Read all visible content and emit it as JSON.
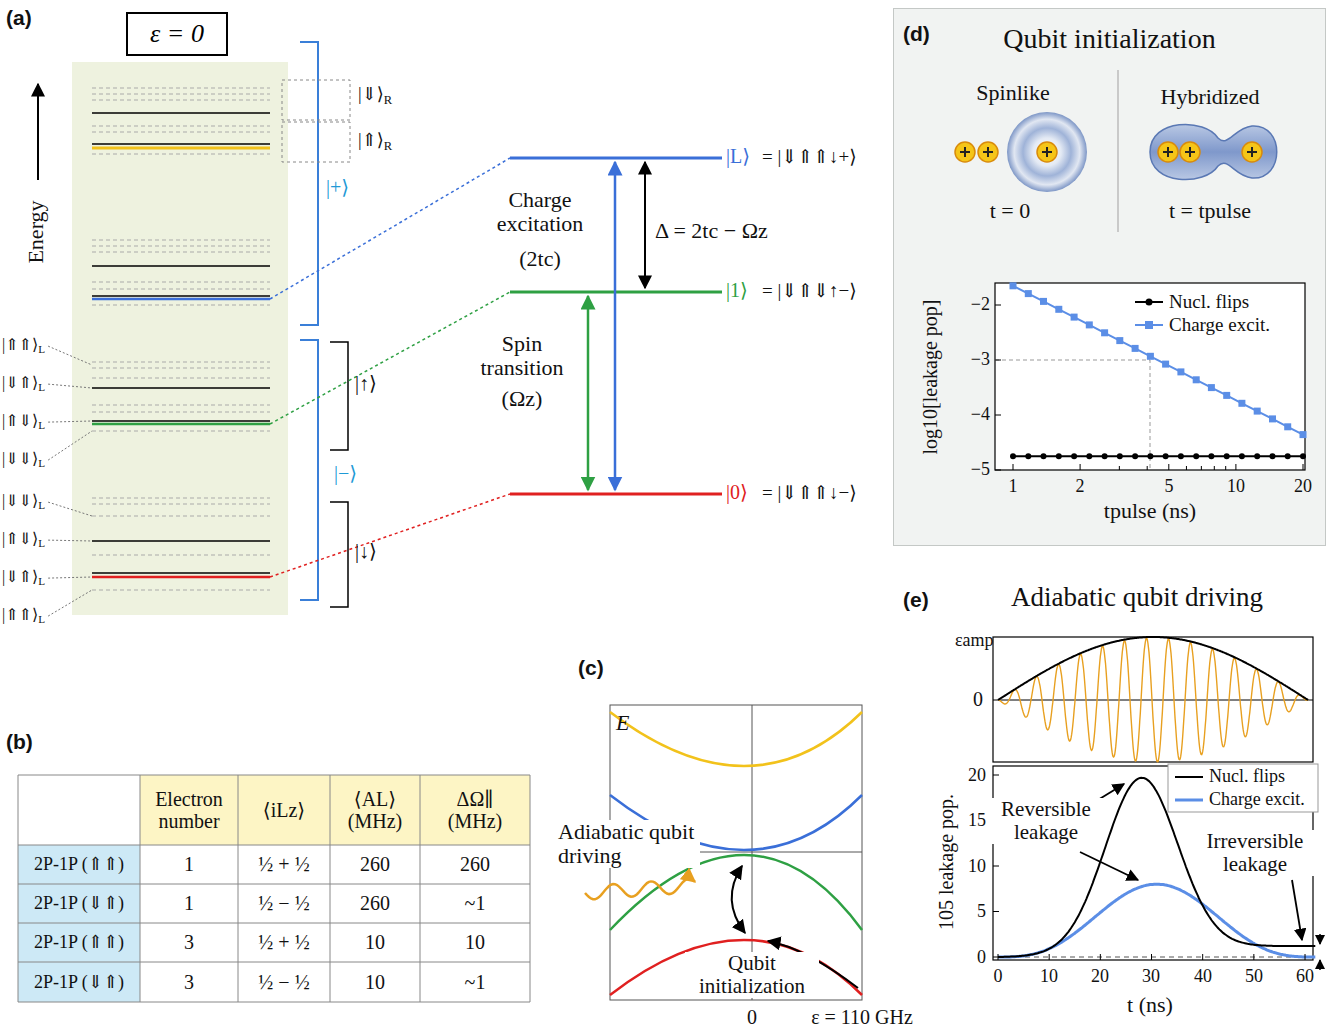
{
  "diagram": {
    "nodes": [
      {
        "text": [
          "ε = 0"
        ]
      },
      {
        "text": [
          "Qubit initialization"
        ]
      }
    ],
    "labels": [
      "(a)",
      "Energy",
      "|⇓⟩R",
      "|⇑⟩R",
      "|+⟩",
      "|−⟩",
      "|↑⟩",
      "|↓⟩",
      "|⇑⇑⟩L",
      "|⇓⇑⟩L",
      "|⇑⇓⟩L",
      "|⇓⇓⟩L",
      "|⇓⇓⟩L",
      "|⇑⇓⟩L",
      "|⇓⇑⟩L",
      "|⇑⇑⟩L",
      "|L⟩",
      "= |⇓⇑⇑↓+⟩",
      "|1⟩",
      "= |⇓⇑⇓↑−⟩",
      "|0⟩",
      "= |⇓⇑⇑↓−⟩",
      "Charge excitation",
      "(2tc)",
      "Δ = 2tc − Ωz",
      "Spin transition",
      "(Ωz)",
      "(b)",
      "Electron number",
      "⟨iLz⟩",
      "⟨AL⟩ (MHz)",
      "ΔΩ∥ (MHz)",
      "2P-1P (⇑⇑)",
      "1",
      "½ + ½",
      "260",
      "260",
      "2P-1P (⇓⇑)",
      "1",
      "½ − ½",
      "260",
      "~1",
      "2P-1P (⇑⇑)",
      "3",
      "½ + ½",
      "10",
      "10",
      "2P-1P (⇓⇑)",
      "3",
      "½ − ½",
      "10",
      "~1",
      "(c)",
      "E",
      "Adiabatic qubit driving",
      "Qubit initialization",
      "0",
      "ε = 110 GHz",
      "(d)",
      "Spinlike",
      "Hybridized",
      "t = 0",
      "t = tpulse",
      "log10[leakage pop]",
      "−2",
      "−3",
      "−4",
      "−5",
      "1",
      "2",
      "5",
      "10",
      "20",
      "tpulse (ns)",
      "(e)",
      "Adiabatic qubit driving",
      "εamp",
      "0",
      "20",
      "15",
      "10",
      "5",
      "0",
      "105 leakage pop.",
      "0",
      "10",
      "20",
      "30",
      "40",
      "50",
      "60",
      "t (ns)",
      "Reversible leakage",
      "Irreversible leakage"
    ],
    "legend": [
      {
        "text": "Nucl. flips"
      },
      {
        "text": "Charge excit."
      },
      {
        "text": "Nucl. flips"
      },
      {
        "text": "Charge excit."
      }
    ]
  }
}
